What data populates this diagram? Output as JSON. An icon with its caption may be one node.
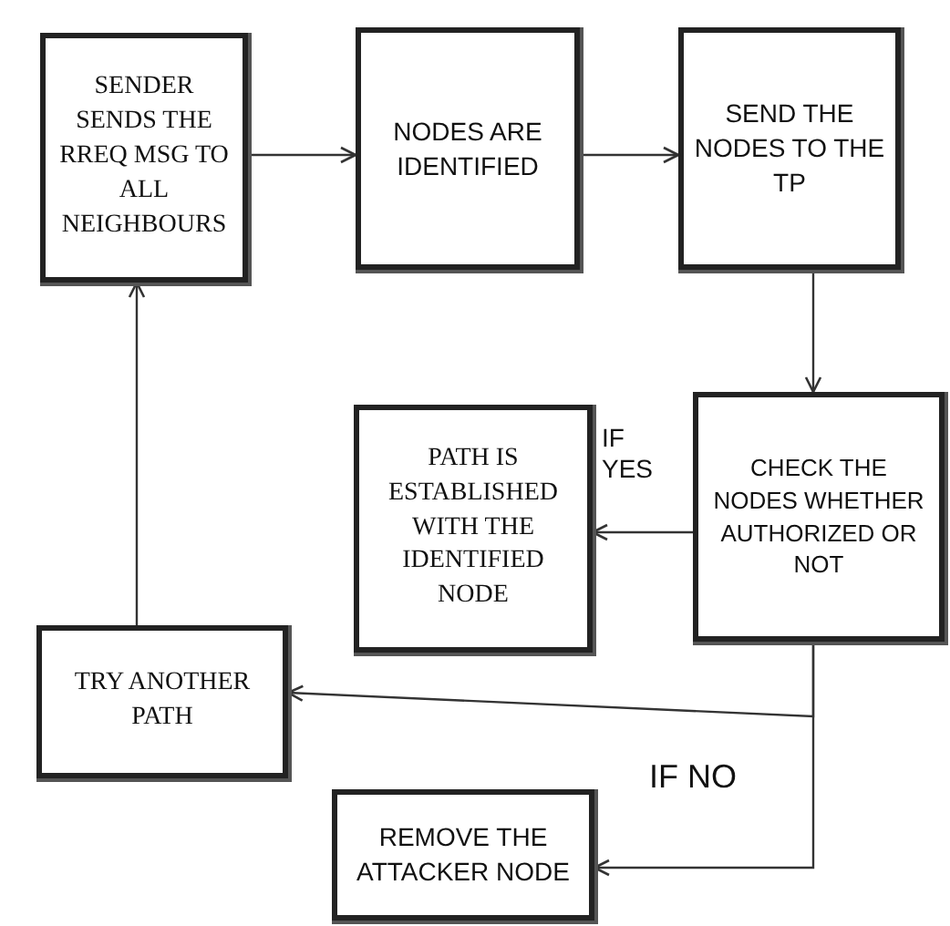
{
  "diagram": {
    "nodes": [
      {
        "text": [
          "SENDER SENDS THE RREQ MSG TO ALL NEIGHBOURS"
        ]
      },
      {
        "text": [
          "NODES ARE IDENTIFIED"
        ]
      },
      {
        "text": [
          "SEND THE NODES TO THE TP"
        ]
      },
      {
        "text": [
          "CHECK THE NODES WHETHER AUTHORIZED OR NOT"
        ]
      },
      {
        "text": [
          "PATH IS ESTABLISHED WITH THE IDENTIFIED NODE"
        ]
      },
      {
        "text": [
          "TRY ANOTHER PATH"
        ]
      },
      {
        "text": [
          "REMOVE THE ATTACKER NODE"
        ]
      }
    ],
    "edges": [
      {
        "from": 0,
        "to": 1,
        "arrow": "to"
      },
      {
        "from": 1,
        "to": 2,
        "arrow": "to"
      },
      {
        "from": 2,
        "to": 3,
        "arrow": "to"
      },
      {
        "from": 3,
        "to": 4,
        "arrow": "to",
        "label": "IF YES"
      },
      {
        "from": 3,
        "to": 5,
        "arrow": "to"
      },
      {
        "from": 3,
        "to": 6,
        "arrow": "to",
        "label": "IF NO"
      },
      {
        "from": 5,
        "to": 0,
        "arrow": "to"
      }
    ]
  }
}
